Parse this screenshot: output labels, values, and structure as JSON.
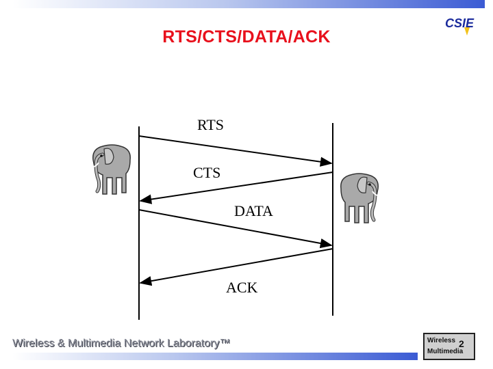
{
  "slide": {
    "title": "RTS/CTS/DATA/ACK",
    "footer": "Wireless & Multimedia Network Laboratory™",
    "logo_top": "CSIE",
    "logo_bottom_lines": [
      "Wireless",
      "Multimedia",
      "2"
    ]
  },
  "diagram": {
    "messages": [
      "RTS",
      "CTS",
      "DATA",
      "ACK"
    ]
  },
  "colors": {
    "title": "#e8101c",
    "accent_bar": "#3b5bd4",
    "footer_text": "#8a8d99"
  }
}
